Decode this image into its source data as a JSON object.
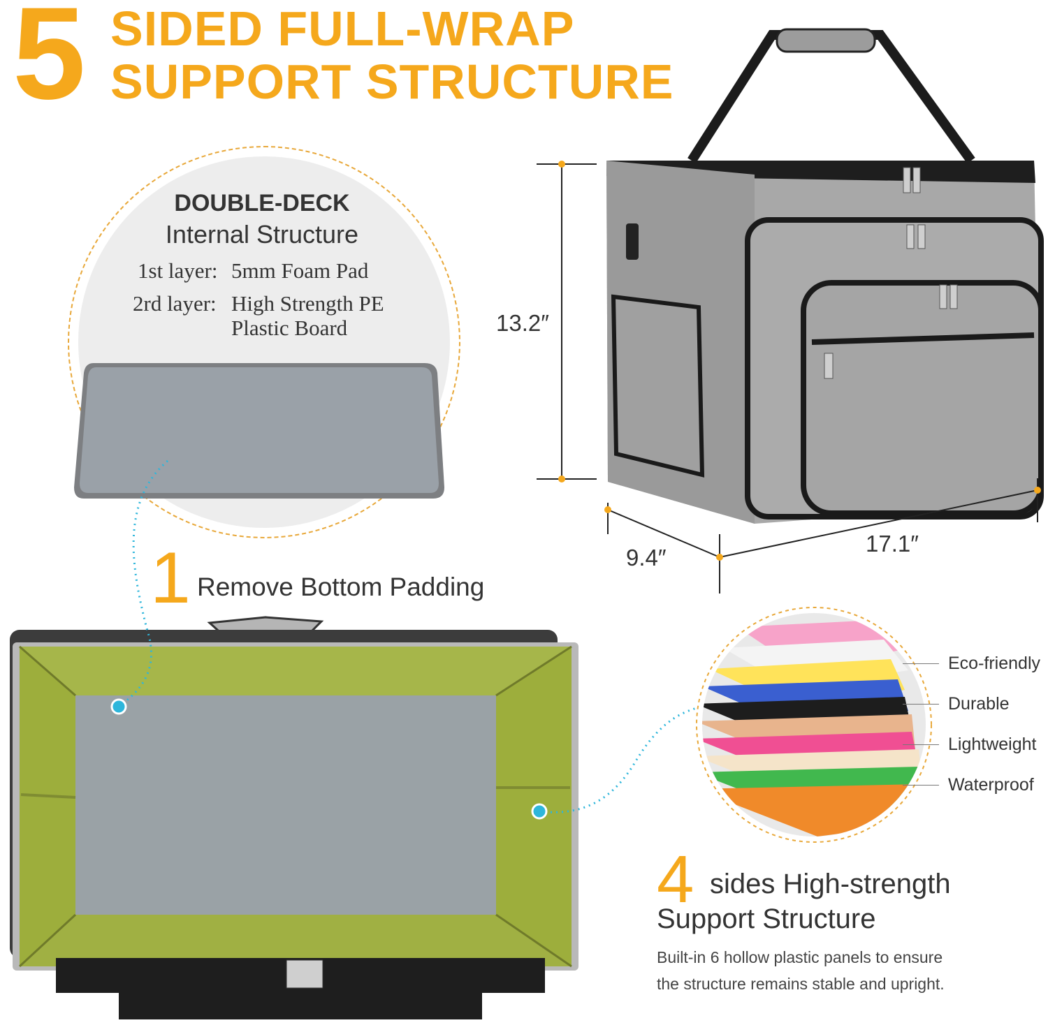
{
  "headline": {
    "number": "5",
    "line1": "SIDED FULL-WRAP",
    "line2": "SUPPORT STRUCTURE"
  },
  "double_deck": {
    "title": "DOUBLE-DECK",
    "subtitle": "Internal Structure",
    "layer1_label": "1st layer:",
    "layer1_value": "5mm Foam Pad",
    "layer2_label": "2rd layer:",
    "layer2_value_1": "High Strength PE",
    "layer2_value_2": "Plastic Board"
  },
  "step1": {
    "number": "1",
    "text": "Remove Bottom Padding"
  },
  "dimensions": {
    "height": "13.2″",
    "depth": "9.4″",
    "width": "17.1″"
  },
  "features": [
    "Eco-friendly",
    "Durable",
    "Lightweight",
    "Waterproof"
  ],
  "step4": {
    "number": "4",
    "line1": "sides High-strength",
    "line2": "Support Structure",
    "desc1": "Built-in 6 hollow plastic panels to ensure",
    "desc2": "the structure remains stable and upright."
  },
  "colors": {
    "accent": "#F5A81C",
    "bag_gray": "#A9A9A9",
    "lining_green": "#9DAE3C",
    "pointer_blue": "#2EB6DB"
  }
}
